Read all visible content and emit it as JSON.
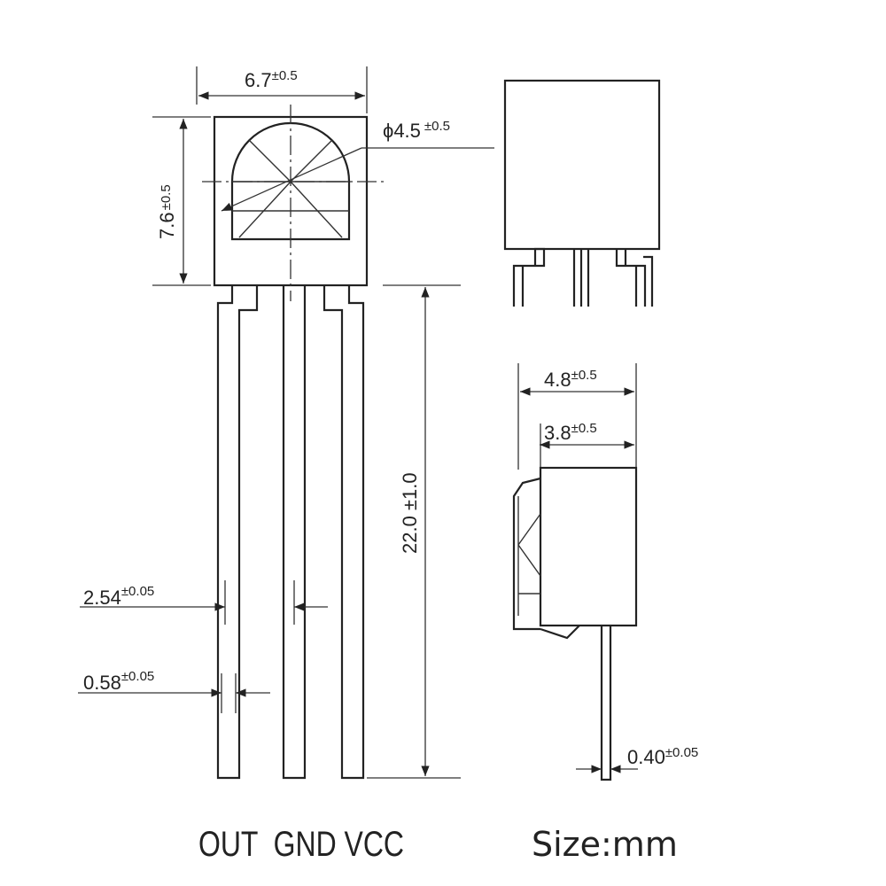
{
  "dimensions": {
    "body_width": {
      "value": "6.7",
      "tol": "±0.5"
    },
    "lens_diameter": {
      "value": "ϕ4.5",
      "tol": "±0.5"
    },
    "body_height": {
      "value": "7.6",
      "tol": "±0.5"
    },
    "lead_length": {
      "value": "22.0 ±1.0"
    },
    "pin_pitch": {
      "value": "2.54",
      "tol": "±0.05"
    },
    "pin_width": {
      "value": "0.58",
      "tol": "±0.05"
    },
    "depth_total": {
      "value": "4.8",
      "tol": "±0.5"
    },
    "depth_body": {
      "value": "3.8",
      "tol": "±0.5"
    },
    "pin_thickness": {
      "value": "0.40",
      "tol": "±0.05"
    }
  },
  "pin_labels": {
    "text": "OUT  GND VCC"
  },
  "units": {
    "text": "Size:mm"
  }
}
